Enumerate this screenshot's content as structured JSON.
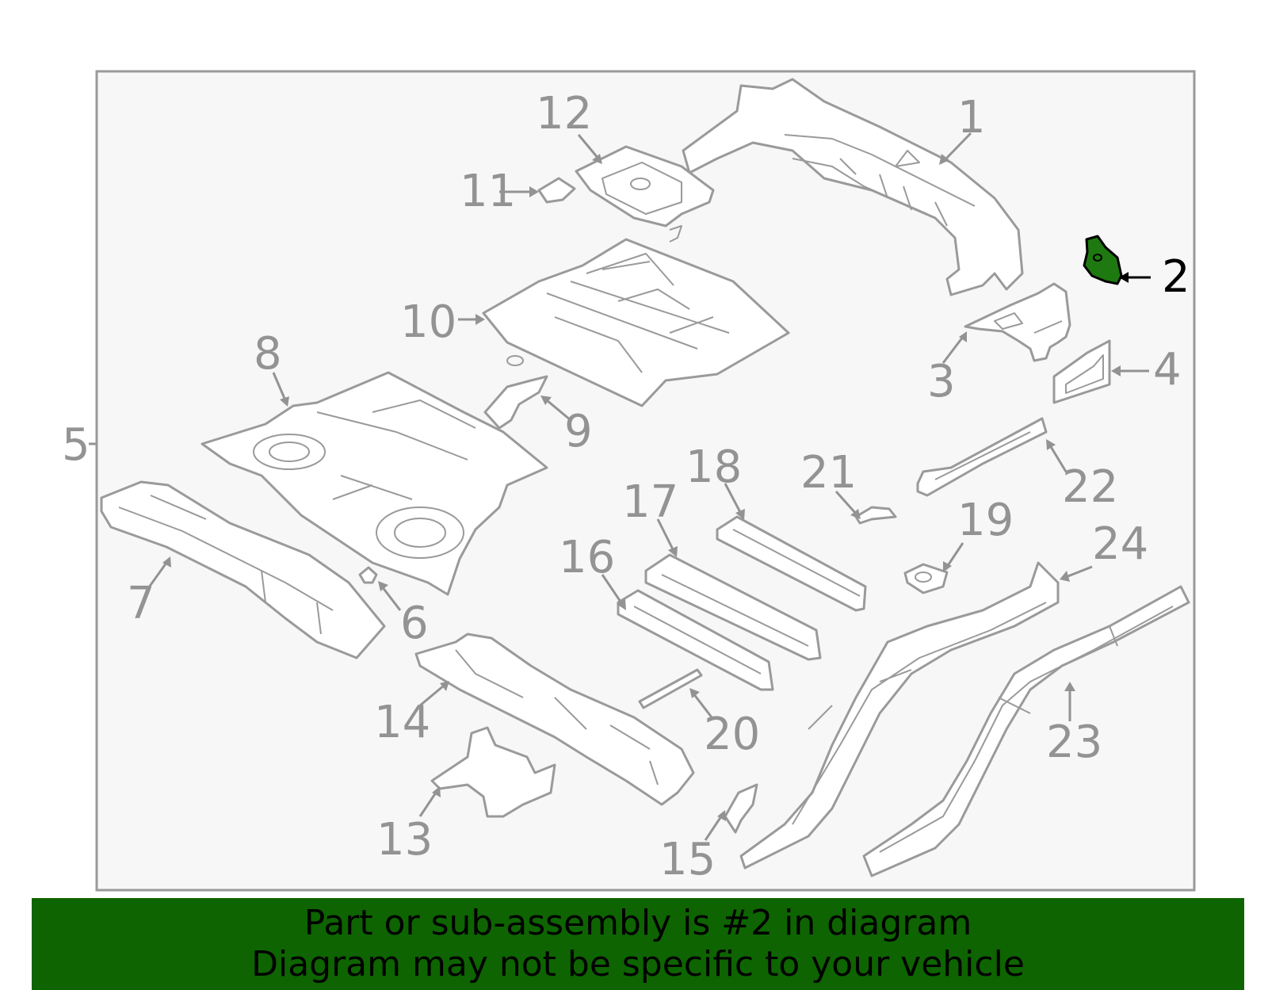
{
  "diagram": {
    "callouts": [
      "1",
      "2",
      "3",
      "4",
      "5",
      "6",
      "7",
      "8",
      "9",
      "10",
      "11",
      "12",
      "13",
      "14",
      "15",
      "16",
      "17",
      "18",
      "19",
      "20",
      "21",
      "22",
      "23",
      "24"
    ],
    "highlighted_part": "2",
    "highlight_color": "#1e7a10",
    "frame_color": "#9a9a9a",
    "panel_color": "#f7f7f7"
  },
  "banner": {
    "line1": "Part or sub-assembly is #2 in diagram",
    "line2": "Diagram may not be specific to your vehicle",
    "background": "#0e6400"
  }
}
